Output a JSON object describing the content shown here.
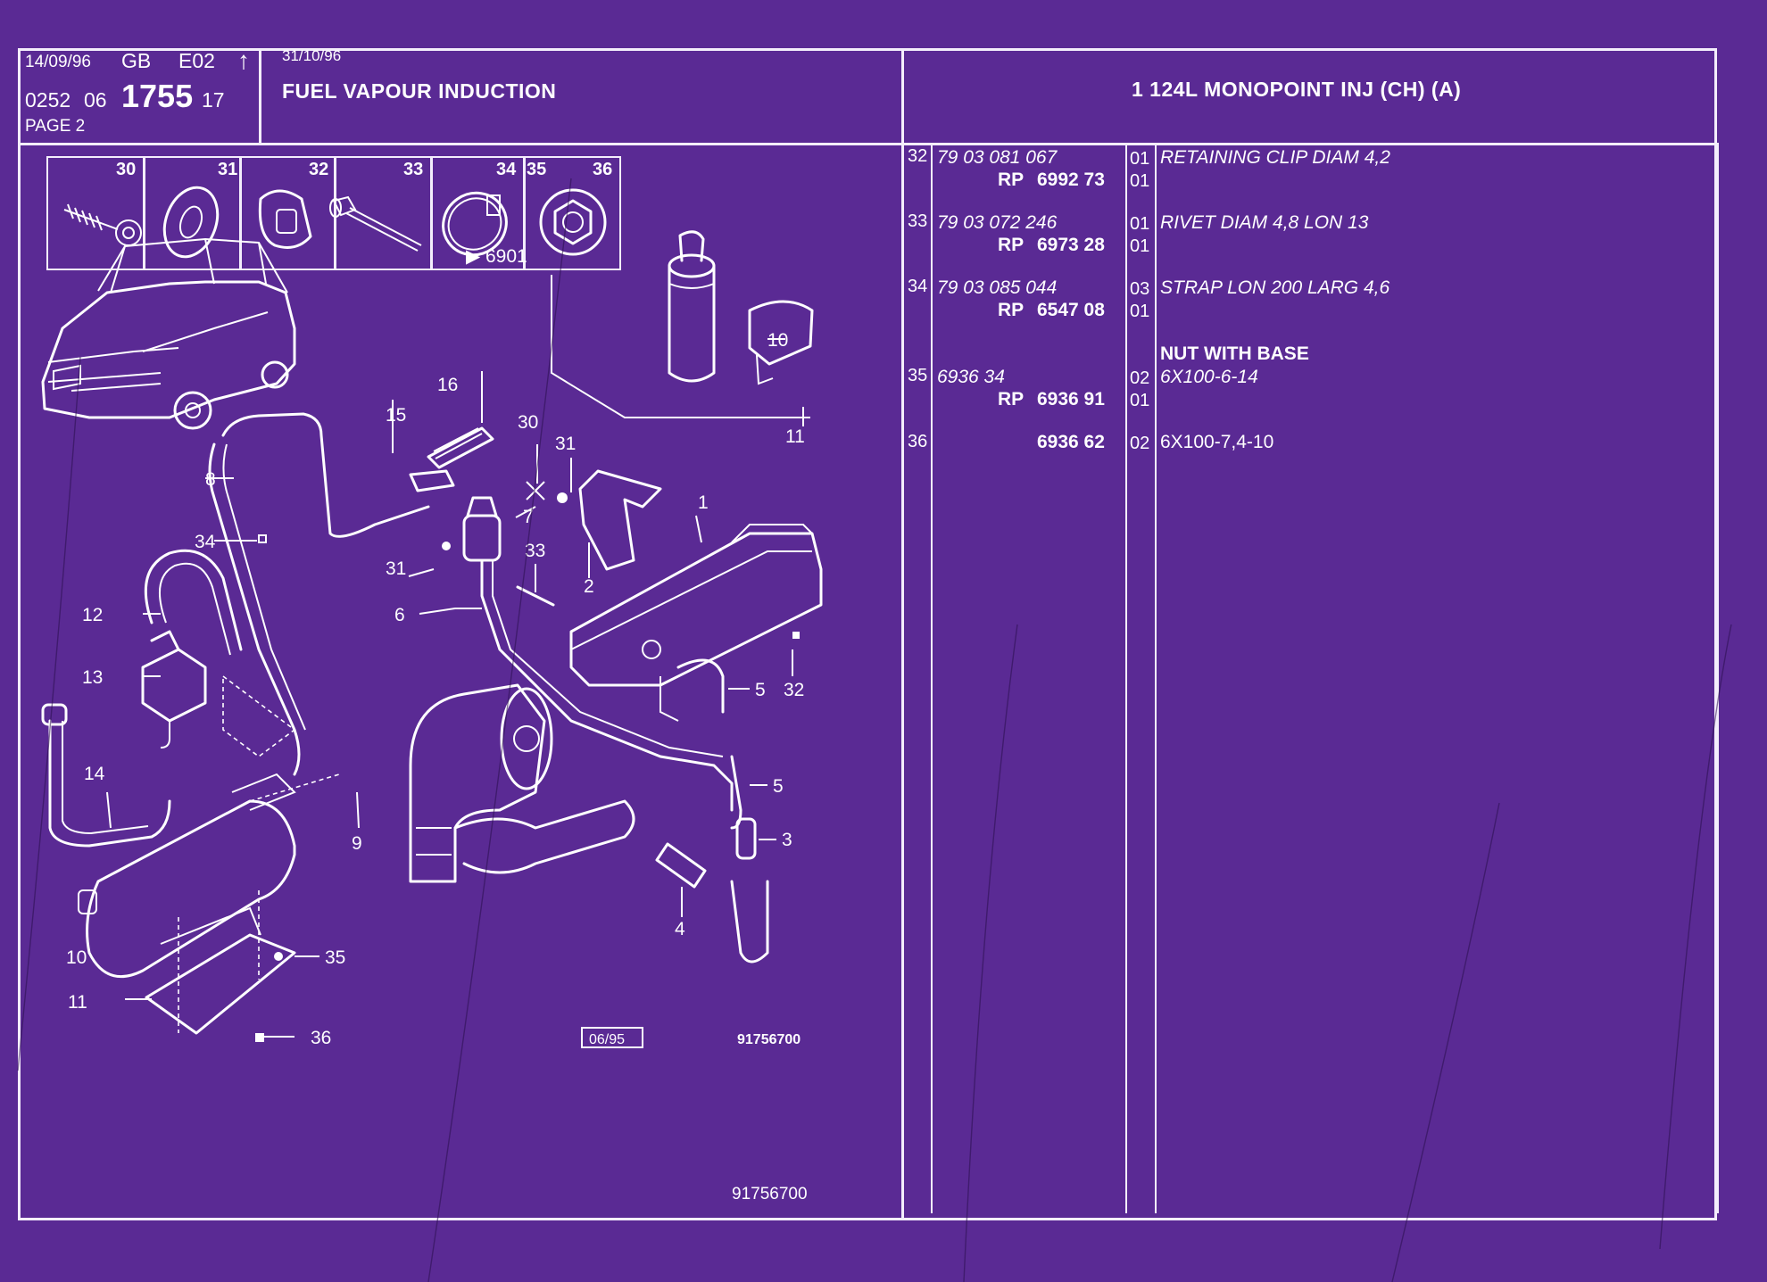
{
  "header": {
    "date1": "14/09/96",
    "lang": "GB",
    "edition": "E02",
    "arrow": "↑",
    "date2": "31/10/96",
    "code_prefix": "0252",
    "code_group": "06",
    "code_main": "1755",
    "code_suffix": "17",
    "page": "PAGE 2",
    "title": "FUEL VAPOUR INDUCTION",
    "model": "1 124L MONOPOINT INJ (CH) (A)"
  },
  "thumbs": [
    {
      "num": "30",
      "icon": "screw-icon"
    },
    {
      "num": "31",
      "icon": "washer-icon"
    },
    {
      "num": "32",
      "icon": "clip-icon"
    },
    {
      "num": "33",
      "icon": "rivet-icon"
    },
    {
      "num": "34",
      "icon": "strap-icon"
    },
    {
      "num": "35",
      "num2": "36",
      "icon": "flange-nut-icon"
    }
  ],
  "diagram": {
    "ref_arrow": "▶ 6901",
    "callouts": [
      "1",
      "2",
      "3",
      "4",
      "5",
      "5",
      "6",
      "7",
      "8",
      "9",
      "10",
      "10",
      "11",
      "11",
      "12",
      "13",
      "14",
      "15",
      "16",
      "30",
      "31",
      "31",
      "32",
      "33",
      "34",
      "35",
      "36"
    ],
    "stamp": "06/95",
    "ref_small": "91756700",
    "ref_bottom": "91756700"
  },
  "parts": [
    {
      "item": "32",
      "ref": "79 03 081 067",
      "qty": "01",
      "desc": "RETAINING CLIP DIAM 4,2",
      "rp": "RP",
      "rp_ref": "6992 73",
      "rp_qty": "01"
    },
    {
      "item": "33",
      "ref": "79 03 072 246",
      "qty": "01",
      "desc": "RIVET DIAM 4,8 LON 13",
      "rp": "RP",
      "rp_ref": "6973 28",
      "rp_qty": "01"
    },
    {
      "item": "34",
      "ref": "79 03 085 044",
      "qty": "03",
      "desc": "STRAP LON 200 LARG 4,6",
      "rp": "RP",
      "rp_ref": "6547 08",
      "rp_qty": "01"
    },
    {
      "heading": "NUT WITH BASE"
    },
    {
      "item": "35",
      "ref": "6936 34",
      "qty": "02",
      "desc": "6X100-6-14",
      "rp": "RP",
      "rp_ref": "6936 91",
      "rp_qty": "01"
    },
    {
      "item": "36",
      "ref": "6936 62",
      "qty": "02",
      "desc": "6X100-7,4-10"
    }
  ]
}
